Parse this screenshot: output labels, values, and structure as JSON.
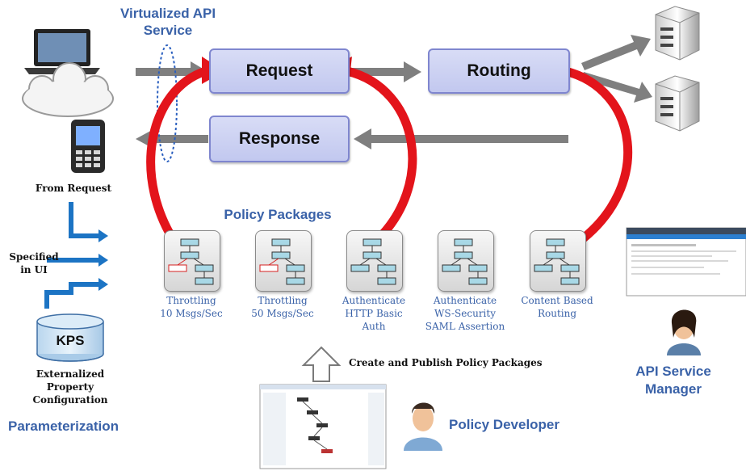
{
  "title": "Virtualized API Service",
  "flow": {
    "request": "Request",
    "routing": "Routing",
    "response": "Response"
  },
  "left": {
    "from_request": "From Request",
    "specified_in_ui": [
      "Specified",
      "in UI"
    ],
    "kps": "KPS",
    "externalized": [
      "Externalized",
      "Property",
      "Configuration"
    ],
    "parameterization": "Parameterization"
  },
  "policy_packages": {
    "heading": "Policy Packages",
    "items": [
      {
        "label": [
          "Throttling",
          "10 Msgs/Sec"
        ]
      },
      {
        "label": [
          "Throttling",
          "50 Msgs/Sec"
        ]
      },
      {
        "label": [
          "Authenticate",
          "HTTP Basic",
          "Auth"
        ]
      },
      {
        "label": [
          "Authenticate",
          "WS-Security",
          "SAML Assertion"
        ]
      },
      {
        "label": [
          "Content Based",
          "Routing"
        ]
      }
    ]
  },
  "create_publish": "Create and Publish Policy Packages",
  "policy_developer": "Policy Developer",
  "api_service_manager": [
    "API Service",
    "Manager"
  ],
  "colors": {
    "accent_blue": "#3a62a8",
    "box_fill": "#c8cdf1",
    "box_border": "#7f86cf",
    "red_arrow": "#e3141b",
    "gray_arrow": "#7f7f7f",
    "connector_blue": "#1c74c4"
  }
}
